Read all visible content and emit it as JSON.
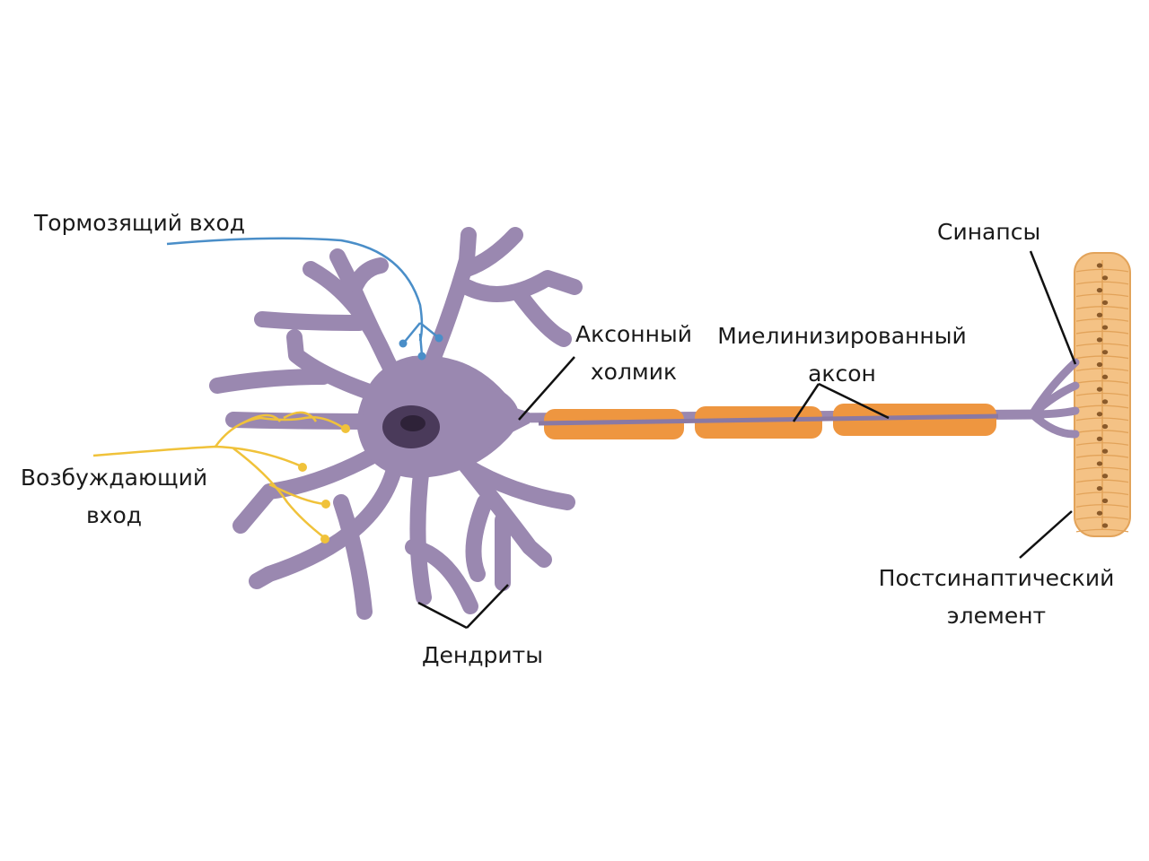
{
  "labels": {
    "inhibitory_input": "Тормозящий вход",
    "excitatory_input_line1": "Возбуждающий",
    "excitatory_input_line2": "вход",
    "axon_hillock_line1": "Аксонный",
    "axon_hillock_line2": "холмик",
    "myelinated_axon_line1": "Миелинизированный",
    "myelinated_axon_line2": "аксон",
    "synapses": "Синапсы",
    "postsynaptic_line1": "Постсинаптический",
    "postsynaptic_line2": "элемент",
    "dendrites": "Дендриты"
  },
  "colors": {
    "neuron_body": "#9a88b0",
    "neuron_outline": "#7d6b96",
    "nucleus": "#4a3a5a",
    "nucleolus": "#2e2238",
    "myelin": "#ee9640",
    "inhibitory": "#4a8ec8",
    "excitatory": "#f0c23a",
    "postsynaptic_fill": "#f4c285",
    "postsynaptic_line": "#e2a35a",
    "postsynaptic_dot": "#8a5a2a",
    "pointer_line": "#111111"
  }
}
